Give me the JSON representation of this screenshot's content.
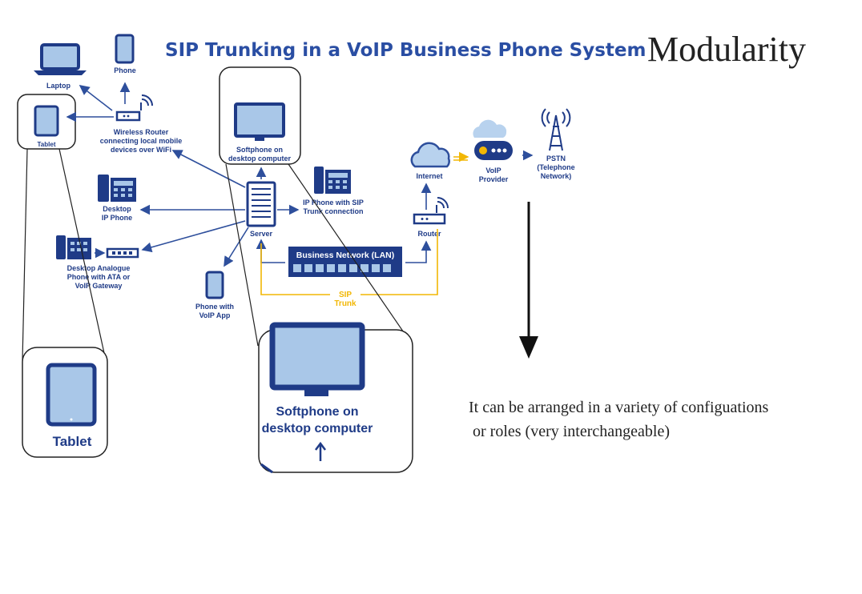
{
  "slide": {
    "heading": "Modularity",
    "caption_line1": "It can be arranged in a variety of configuations",
    "caption_line2": "or roles (very interchangeable)"
  },
  "diagram": {
    "title": "SIP Trunking in a VoIP Business Phone System",
    "labels": {
      "laptop": "Laptop",
      "phone": "Phone",
      "tablet": "Tablet",
      "wireless_router": [
        "Wireless Router",
        "connecting local mobile",
        "devices over WiFi"
      ],
      "softphone": [
        "Softphone on",
        "desktop computer"
      ],
      "desktop_ip_phone": [
        "Desktop",
        "IP Phone"
      ],
      "ip_phone_sip": [
        "IP Phone with SIP",
        "Trunk connection"
      ],
      "server": "Server",
      "analogue_phone": [
        "Desktop Analogue",
        "Phone with ATA or",
        "VoIP Gateway"
      ],
      "phone_voip_app": [
        "Phone with",
        "VoIP App"
      ],
      "business_network": "Business Network (LAN)",
      "sip_trunk": [
        "SIP",
        "Trunk"
      ],
      "internet": "Internet",
      "router": "Router",
      "voip_provider": [
        "VoIP",
        "Provider"
      ],
      "pstn": [
        "PSTN",
        "(Telephone",
        "Network)"
      ]
    },
    "zoom": {
      "tablet": "Tablet",
      "softphone": [
        "Softphone on",
        "desktop computer"
      ]
    }
  },
  "colors": {
    "navy": "#1f3b87",
    "device_fill": "#a9c7e8",
    "arrow_blue": "#2e4f9c",
    "trunk_yellow": "#f2b705",
    "cloud": "#b8d2ee"
  }
}
